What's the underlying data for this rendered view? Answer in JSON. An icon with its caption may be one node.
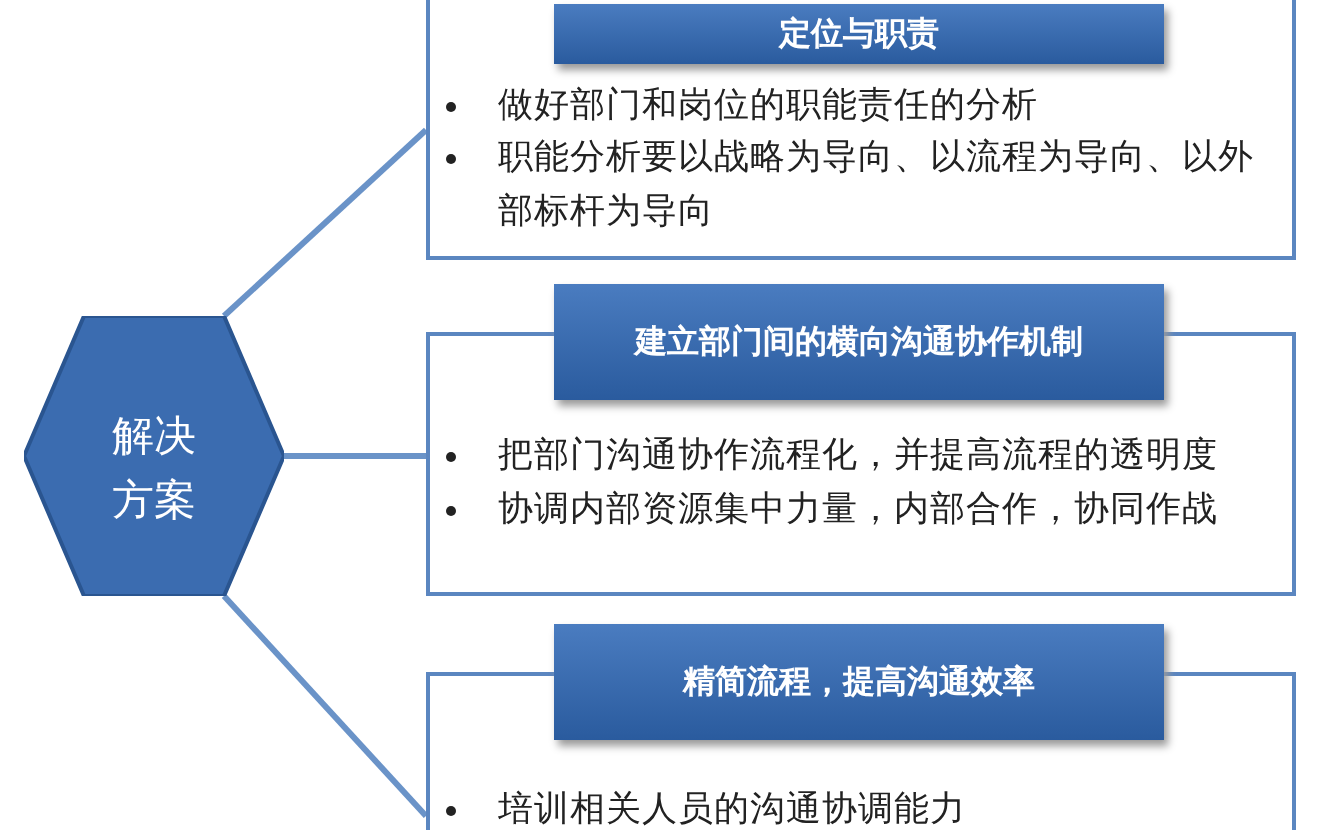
{
  "diagram": {
    "nodes": [
      {
        "text": [
          "解决方案"
        ]
      },
      {
        "text": [
          "定位与职责",
          "做好部门和岗位的职能责任的分析",
          "职能分析要以战略为导向、以流程为导向、以外部标杆为导向"
        ]
      },
      {
        "text": [
          "建立部门间的横向沟通协作机制",
          "把部门沟通协作流程化，并提高流程的透明度",
          "协调内部资源集中力量，内部合作，协同作战"
        ]
      },
      {
        "text": [
          "精简流程，提高沟通效率",
          "培训相关人员的沟通协调能力"
        ]
      }
    ],
    "edges": [
      {
        "from": 0,
        "to": 1,
        "arrow": "none"
      },
      {
        "from": 0,
        "to": 2,
        "arrow": "none"
      },
      {
        "from": 0,
        "to": 3,
        "arrow": "none"
      }
    ]
  }
}
